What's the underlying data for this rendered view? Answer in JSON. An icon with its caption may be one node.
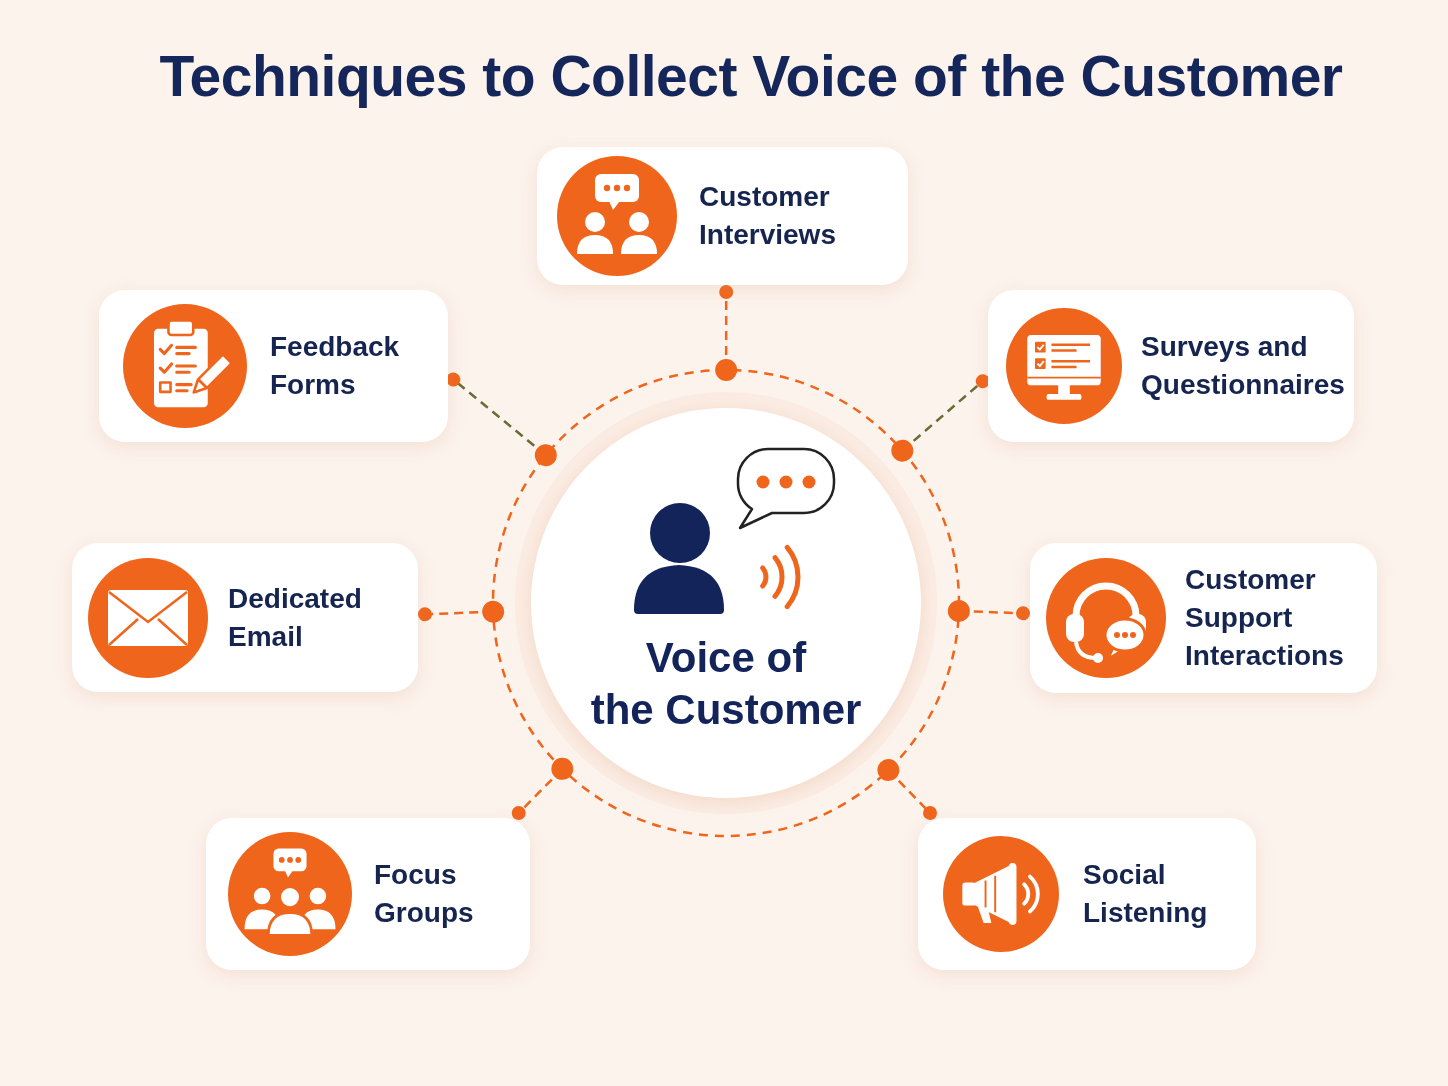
{
  "diagram": {
    "title": "Techniques to Collect Voice of the Customer",
    "nodes": [
      {
        "text": [
          "Voice of the Customer"
        ]
      },
      {
        "text": [
          "Customer Interviews"
        ]
      },
      {
        "text": [
          "Feedback Forms"
        ]
      },
      {
        "text": [
          "Surveys and Questionnaires"
        ]
      },
      {
        "text": [
          "Dedicated Email"
        ]
      },
      {
        "text": [
          "Customer Support Interactions"
        ]
      },
      {
        "text": [
          "Focus Groups"
        ]
      },
      {
        "text": [
          "Social Listening"
        ]
      }
    ],
    "edges": [
      {
        "from": 0,
        "to": 1,
        "arrow": "other",
        "style": "dashed"
      },
      {
        "from": 0,
        "to": 2,
        "arrow": "other",
        "style": "dashed",
        "color": "#6b6a34"
      },
      {
        "from": 0,
        "to": 3,
        "arrow": "other",
        "style": "dashed",
        "color": "#6b6a34"
      },
      {
        "from": 0,
        "to": 4,
        "arrow": "other",
        "style": "dashed"
      },
      {
        "from": 0,
        "to": 5,
        "arrow": "other",
        "style": "dashed"
      },
      {
        "from": 0,
        "to": 6,
        "arrow": "other",
        "style": "dashed"
      },
      {
        "from": 0,
        "to": 7,
        "arrow": "other",
        "style": "dashed"
      }
    ]
  }
}
